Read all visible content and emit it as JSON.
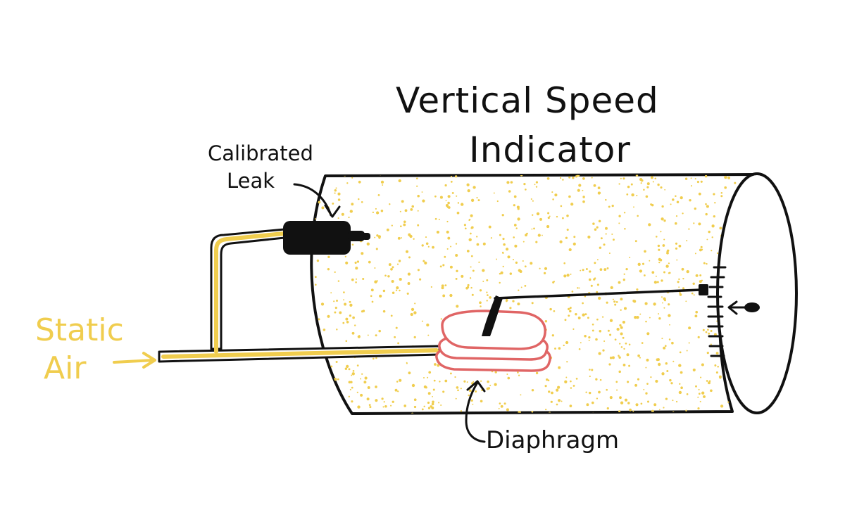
{
  "title": {
    "line1": "Vertical Speed",
    "line2": "Indicator"
  },
  "labels": {
    "calibrated_leak_line1": "Calibrated",
    "calibrated_leak_line2": "Leak",
    "diaphragm": "Diaphragm",
    "static_air_line1": "Static",
    "static_air_line2": "Air"
  },
  "colors": {
    "ink": "#111111",
    "static_air": "#f0cd4e",
    "case_dots": "#f0cd4e",
    "diaphragm": "#e06565"
  }
}
